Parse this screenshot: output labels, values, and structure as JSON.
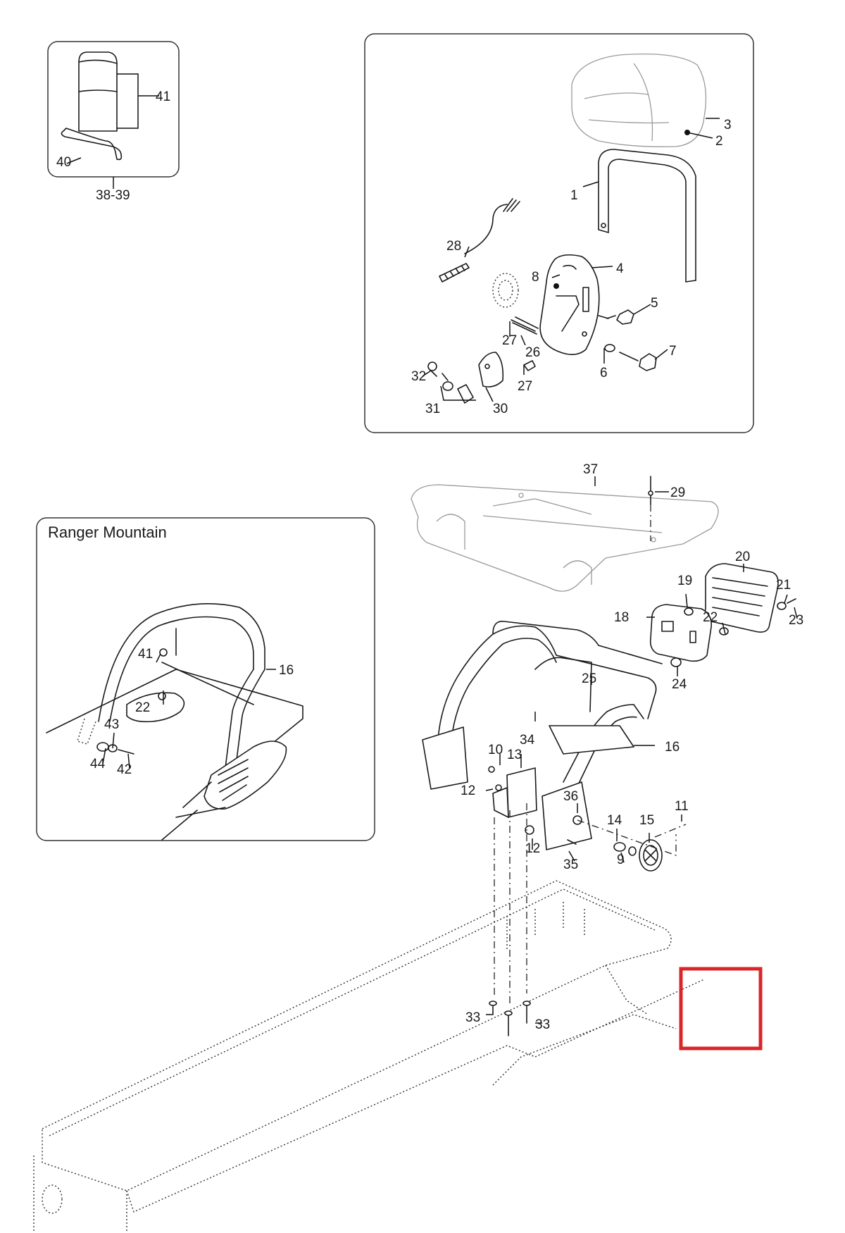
{
  "diagram": {
    "inset_mountain_title": "Ranger Mountain",
    "marker_color": "#d9262b",
    "labels": {
      "l1": "1",
      "l2": "2",
      "l3": "3",
      "l4": "4",
      "l5": "5",
      "l6": "6",
      "l7": "7",
      "l8": "8",
      "l9": "9",
      "l10": "10",
      "l11": "11",
      "l12a": "12",
      "l12b": "12",
      "l13": "13",
      "l14": "14",
      "l15": "15",
      "l16a": "16",
      "l16b": "16",
      "l18": "18",
      "l19": "19",
      "l20": "20",
      "l21": "21",
      "l22a": "22",
      "l22b": "22",
      "l23": "23",
      "l24": "24",
      "l25": "25",
      "l26": "26",
      "l27a": "27",
      "l27b": "27",
      "l28": "28",
      "l29": "29",
      "l30": "30",
      "l31": "31",
      "l32": "32",
      "l33a": "33",
      "l33b": "33",
      "l34": "34",
      "l35": "35",
      "l36": "36",
      "l37": "37",
      "l38_39": "38-39",
      "l40": "40",
      "l41a": "41",
      "l41b": "41",
      "l42": "42",
      "l43": "43",
      "l44": "44"
    }
  }
}
